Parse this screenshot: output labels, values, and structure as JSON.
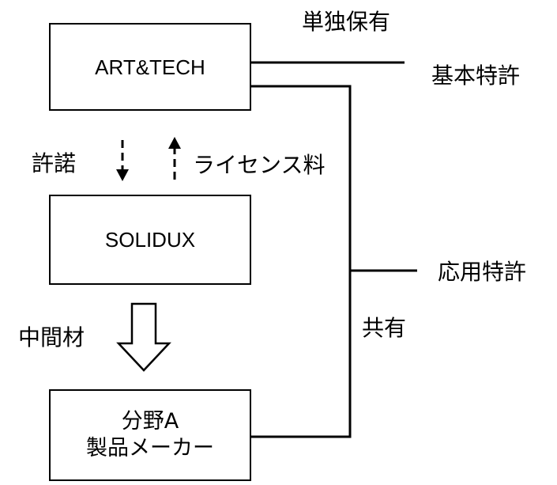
{
  "boxes": {
    "art_tech": "ART&TECH",
    "solidux": "SOLIDUX",
    "maker_line1": "分野A",
    "maker_line2": "製品メーカー"
  },
  "labels": {
    "sole_ownership": "単独保有",
    "basic_patent": "基本特許",
    "license_grant": "許諾",
    "license_fee": "ライセンス料",
    "application_patent": "応用特許",
    "intermediate_material": "中間材",
    "co_owned": "共有"
  }
}
